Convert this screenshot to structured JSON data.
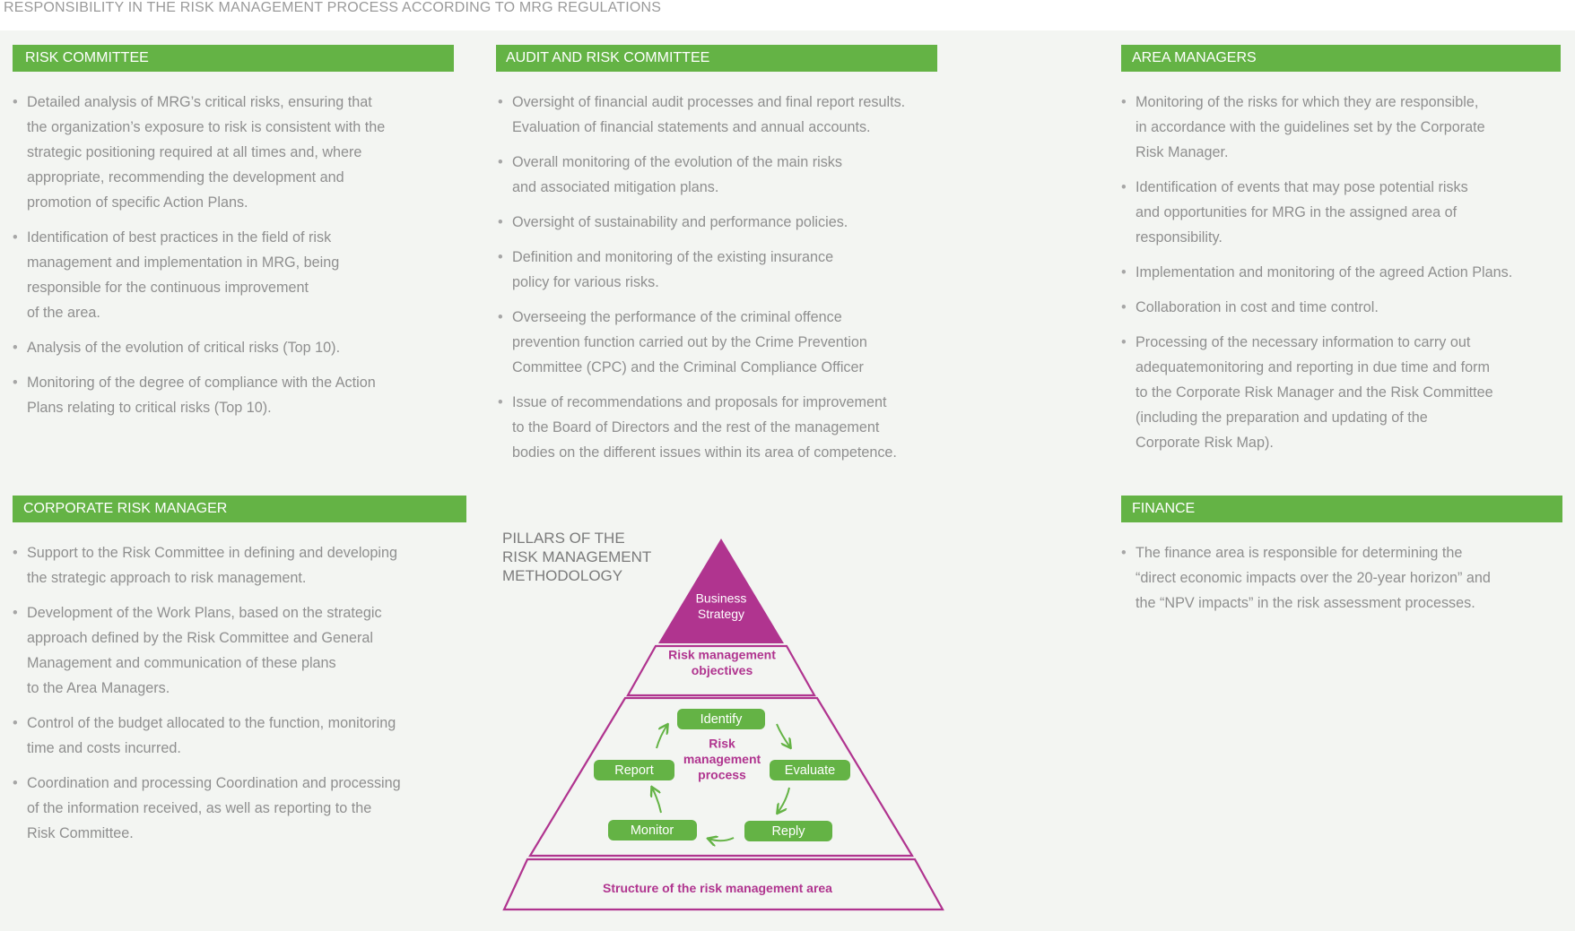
{
  "page": {
    "title": "RESPONSIBILITY IN THE RISK MANAGEMENT PROCESS ACCORDING TO MRG REGULATIONS"
  },
  "colors": {
    "green": "#64b345",
    "magenta": "#b0348f",
    "text": "#8f8f8f",
    "panel": "#f3f5f2"
  },
  "sections": {
    "risk_committee": {
      "title": "RISK COMMITTEE",
      "bullets": [
        "Detailed analysis of MRG’s critical risks, ensuring that\nthe organization’s exposure to risk is consistent with the\nstrategic positioning required at all times and, where\nappropriate, recommending the development and\npromotion of specific Action Plans.",
        "Identification of best practices in the field of risk\nmanagement and implementation in MRG, being\nresponsible for the continuous improvement\nof the area.",
        "Analysis of the evolution of critical risks (Top 10).",
        "Monitoring of the degree of compliance with the Action\nPlans relating to critical risks (Top 10)."
      ]
    },
    "audit_committee": {
      "title": "AUDIT AND RISK COMMITTEE",
      "bullets": [
        "Oversight of financial audit processes and final report results.\nEvaluation of financial statements and annual accounts.",
        "Overall monitoring of the evolution of the main risks\nand associated mitigation plans.",
        "Oversight of sustainability and performance policies.",
        "Definition and monitoring of the existing insurance\npolicy for various risks.",
        "Overseeing the performance of the criminal offence\nprevention function carried out by the Crime Prevention\nCommittee (CPC) and the Criminal Compliance Officer",
        "Issue of recommendations and proposals for improvement\nto the Board of Directors and the rest of the management\nbodies on the different issues within its area of competence."
      ]
    },
    "area_managers": {
      "title": "AREA MANAGERS",
      "bullets": [
        "Monitoring of the risks for which they are responsible,\nin accordance with the guidelines set by the Corporate\nRisk Manager.",
        "Identification of events that may pose potential risks\nand opportunities for MRG in the assigned area of\nresponsibility.",
        "Implementation and monitoring of the agreed Action Plans.",
        "Collaboration in cost and time control.",
        "Processing of the necessary information to carry out\nadequatemonitoring and reporting in due time and form\nto the Corporate Risk Manager and the Risk Committee\n(including the preparation and updating of the\nCorporate Risk Map)."
      ]
    },
    "corporate_risk_manager": {
      "title": "CORPORATE RISK MANAGER",
      "bullets": [
        "Support to the Risk Committee in defining and developing\nthe strategic approach to risk management.",
        "Development of the Work Plans, based on the strategic\napproach defined by the Risk Committee and General\nManagement and communication of these plans\nto the Area Managers.",
        "Control of the budget allocated to the function, monitoring\ntime and costs incurred.",
        "Coordination and processing Coordination and processing\nof the information received, as well as reporting to the\nRisk Committee."
      ]
    },
    "finance": {
      "title": "FINANCE",
      "bullets": [
        "The finance area is responsible for determining the\n“direct economic impacts over the 20-year horizon” and\nthe “NPV impacts” in the risk assessment processes."
      ]
    }
  },
  "pyramid": {
    "title": "PILLARS OF THE\nRISK MANAGEMENT\nMETHODOLOGY",
    "top": "Business\nStrategy",
    "objectives": "Risk management\nobjectives",
    "process_center": "Risk\nmanagement\nprocess",
    "steps": {
      "identify": "Identify",
      "evaluate": "Evaluate",
      "reply": "Reply",
      "monitor": "Monitor",
      "report": "Report"
    },
    "base": "Structure of the risk management area"
  }
}
